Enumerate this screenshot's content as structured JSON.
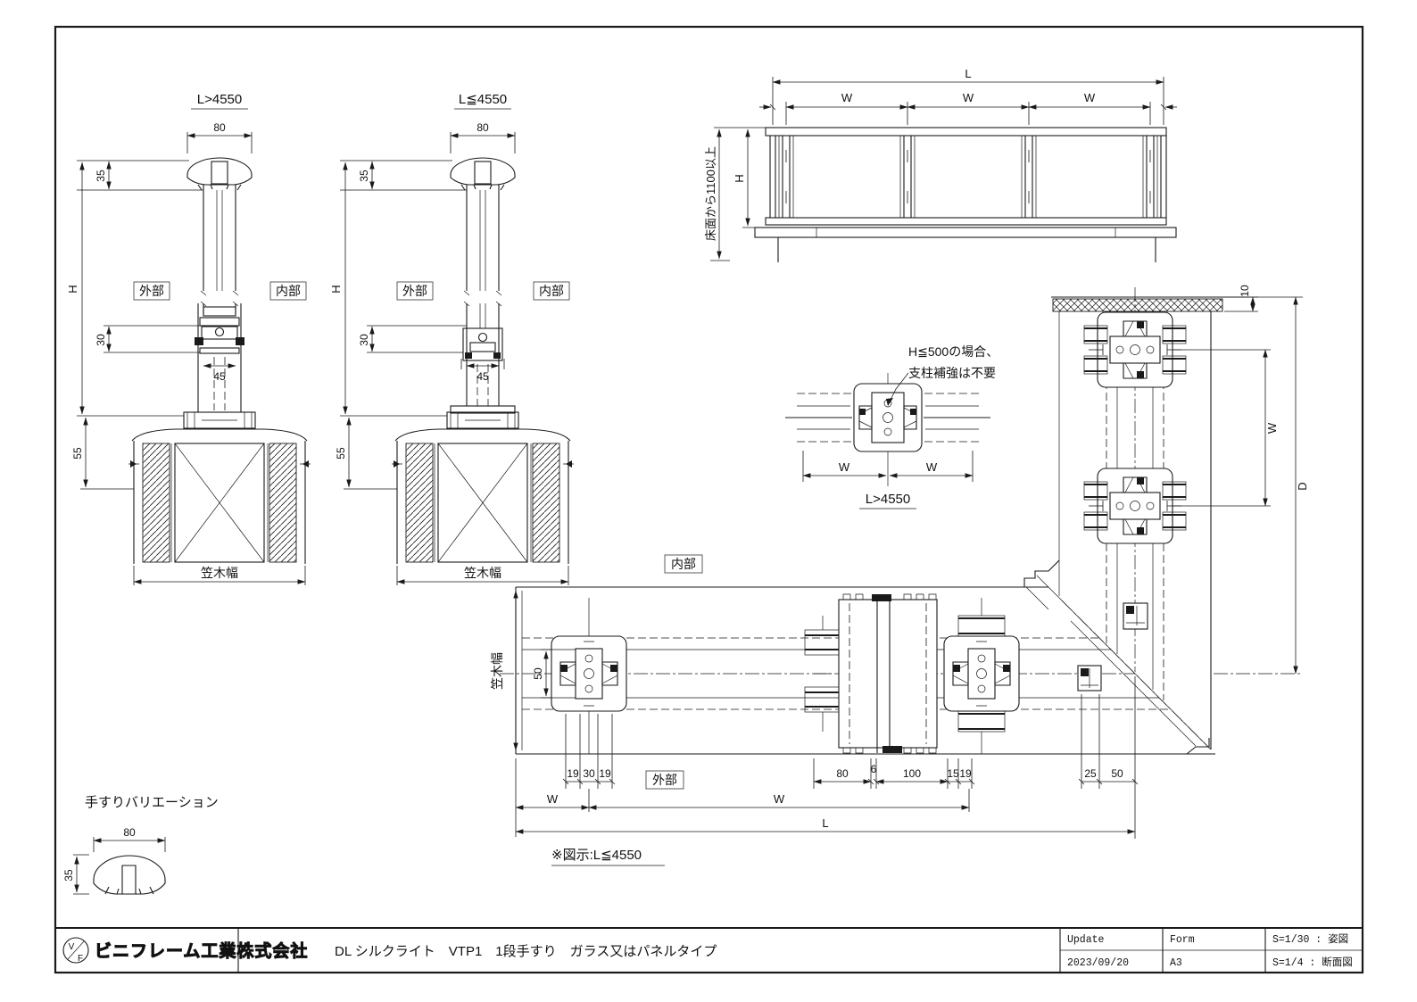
{
  "drawing": {
    "section_a": {
      "caption": "L>4550",
      "dim_width": "80",
      "dim_rail_height": "35",
      "dim_total_height": "H",
      "dim_bracket": "30",
      "dim_post": "45",
      "dim_base": "55",
      "label_outside": "外部",
      "label_inside": "内部",
      "label_coping_width": "笠木幅"
    },
    "section_b": {
      "caption": "L≦4550",
      "dim_width": "80",
      "dim_rail_height": "35",
      "dim_total_height": "H",
      "dim_bracket": "30",
      "dim_post": "45",
      "dim_base": "55",
      "label_outside": "外部",
      "label_inside": "内部",
      "label_coping_width": "笠木幅"
    },
    "elevation": {
      "dim_length": "L",
      "dim_span1": "W",
      "dim_span2": "W",
      "dim_span3": "W",
      "dim_height": "H",
      "floor_note": "床面から1100以上"
    },
    "post_detail": {
      "note_line1": "H≦500の場合、",
      "note_line2": "支柱補強は不要",
      "dim_w_left": "W",
      "dim_w_right": "W",
      "caption": "L>4550"
    },
    "plan": {
      "label_inside": "内部",
      "label_outside": "外部",
      "label_coping_width": "笠木幅",
      "dim_wall_gap": "10",
      "dim_span_right": "W",
      "dim_depth": "D",
      "dim_post_depth": "50",
      "post_dims": [
        "19",
        "30",
        "19"
      ],
      "joint_dims": [
        "80",
        "6",
        "100",
        "15",
        "19"
      ],
      "corner_dims": [
        "25",
        "50"
      ],
      "dim_w1": "W",
      "dim_w2": "W",
      "dim_length": "L",
      "note": "※図示:L≦4550"
    },
    "variation": {
      "title": "手すりバリエーション",
      "dim_width": "80",
      "dim_height": "35"
    }
  },
  "title_block": {
    "logo_top": "V",
    "logo_bottom": "F",
    "company": "ビニフレーム工業株式会社",
    "drawing_title": "DL シルクライト　VTP1　1段手すり　ガラス又はパネルタイプ",
    "update_label": "Update",
    "update_value": "2023/09/20",
    "form_label": "Form",
    "form_value": "A3",
    "scale_elevation": "S=1/30 : 姿図",
    "scale_section": "S=1/4  : 断面図"
  }
}
